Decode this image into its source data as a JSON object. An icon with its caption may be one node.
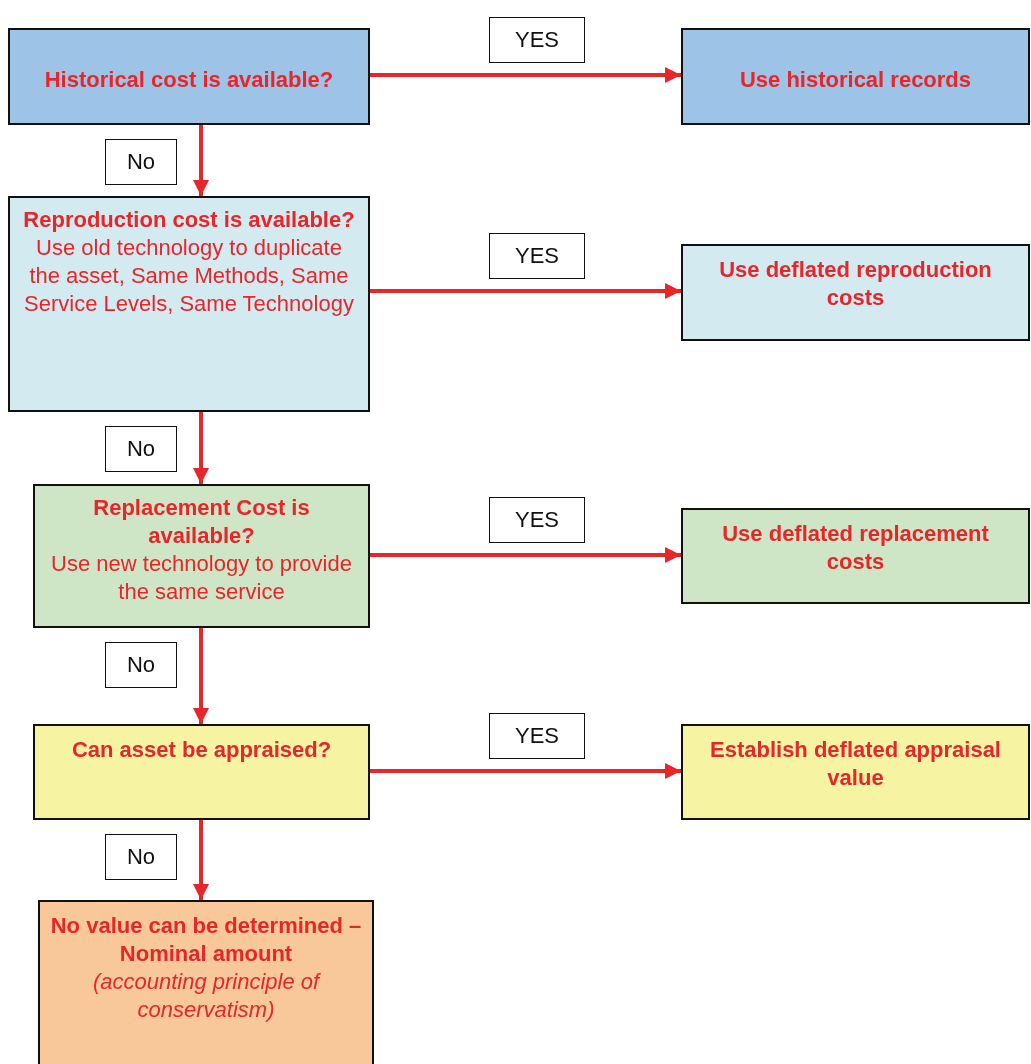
{
  "diagram": {
    "nodes": [
      {
        "text": [
          "Historical cost is available?"
        ]
      },
      {
        "text": [
          "Use historical records"
        ]
      },
      {
        "text": [
          "Reproduction cost is available?",
          "Use old technology to duplicate the asset, Same Methods, Same Service Levels, Same Technology"
        ]
      },
      {
        "text": [
          "Use deflated reproduction costs"
        ]
      },
      {
        "text": [
          "Replacement Cost is available?",
          "Use new technology to provide the same service"
        ]
      },
      {
        "text": [
          "Use deflated replacement costs"
        ]
      },
      {
        "text": [
          "Can asset be appraised?"
        ]
      },
      {
        "text": [
          "Establish deflated appraisal value"
        ]
      },
      {
        "text": [
          "No value can be determined – Nominal amount",
          "(accounting principle of conservatism)"
        ]
      }
    ],
    "edges": [
      {
        "from": 0,
        "to": 1,
        "arrow": "to",
        "label": "YES"
      },
      {
        "from": 0,
        "to": 2,
        "arrow": "to",
        "label": "No"
      },
      {
        "from": 2,
        "to": 3,
        "arrow": "to",
        "label": "YES"
      },
      {
        "from": 2,
        "to": 4,
        "arrow": "to",
        "label": "No"
      },
      {
        "from": 4,
        "to": 5,
        "arrow": "to",
        "label": "YES"
      },
      {
        "from": 4,
        "to": 6,
        "arrow": "to",
        "label": "No"
      },
      {
        "from": 6,
        "to": 7,
        "arrow": "to",
        "label": "YES"
      },
      {
        "from": 6,
        "to": 8,
        "arrow": "to",
        "label": "No"
      }
    ]
  }
}
